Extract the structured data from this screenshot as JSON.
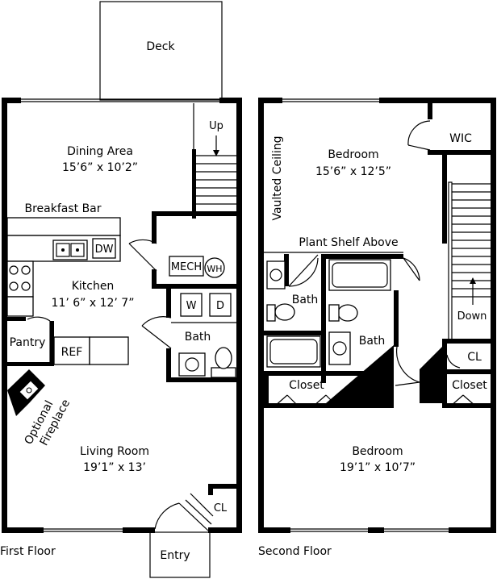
{
  "floors": {
    "first": {
      "caption": "First Floor",
      "rooms": {
        "deck": "Deck",
        "up": "Up",
        "dining_name": "Dining Area",
        "dining_dims": "15’6” x 10’2”",
        "breakfast_bar": "Breakfast Bar",
        "dw": "DW",
        "mech": "MECH",
        "wh": "WH",
        "kitchen_name": "Kitchen",
        "kitchen_dims": "11’ 6” x 12’ 7”",
        "washer": "W",
        "dryer": "D",
        "bath": "Bath",
        "pantry": "Pantry",
        "ref": "REF",
        "fireplace_line1": "Optional",
        "fireplace_line2": "Fireplace",
        "living_name": "Living Room",
        "living_dims": "19’1” x 13’",
        "closet": "CL",
        "entry": "Entry"
      }
    },
    "second": {
      "caption": "Second Floor",
      "rooms": {
        "vaulted": "Vaulted Ceiling",
        "bedroom1_name": "Bedroom",
        "bedroom1_dims": "15’6” x 12’5”",
        "wic": "WIC",
        "plant_shelf": "Plant Shelf Above",
        "bath_left": "Bath",
        "bath_right": "Bath",
        "down": "Down",
        "cl": "CL",
        "closet_left": "Closet",
        "closet_right": "Closet",
        "bedroom2_name": "Bedroom",
        "bedroom2_dims": "19’1” x 10’7”"
      }
    }
  }
}
